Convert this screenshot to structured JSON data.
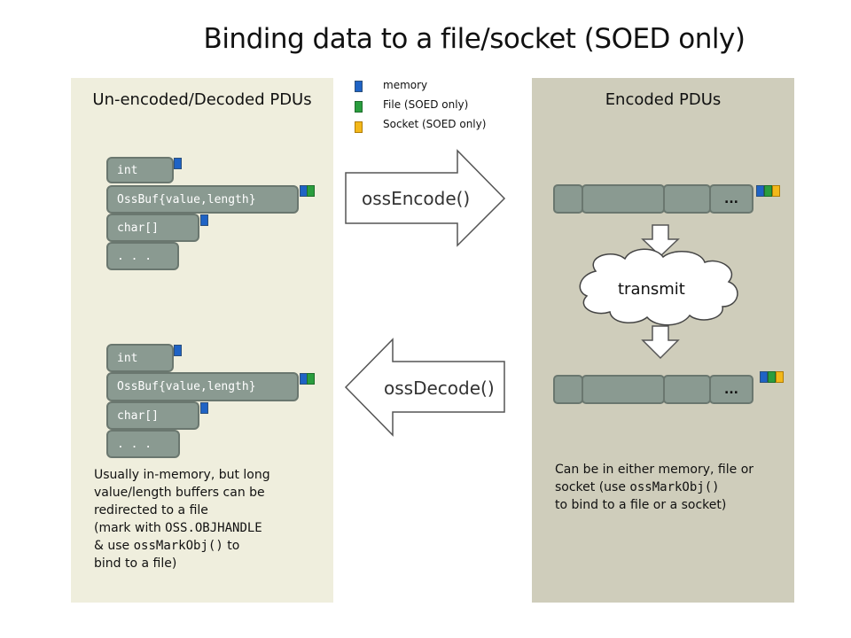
{
  "title": "Binding data to a file/socket (SOED only)",
  "legend": [
    {
      "label": "memory",
      "color": "#1f63c5"
    },
    {
      "label": "File (SOED only)",
      "color": "#2a9d3e"
    },
    {
      "label": "Socket (SOED only)",
      "color": "#f3b81a"
    }
  ],
  "left_panel": {
    "title": "Un-encoded/Decoded PDUs",
    "pdu_top": [
      "int",
      "OssBuf{value,length}",
      "char[]",
      ". . ."
    ],
    "pdu_bottom": [
      "int",
      "OssBuf{value,length}",
      "char[]",
      ". . ."
    ],
    "note": {
      "line1": "Usually in-memory, but long",
      "line2": "value/length buffers can be",
      "line3": "redirected to a file",
      "line4_pre": "(mark with ",
      "line4_code": "OSS.OBJHANDLE",
      "line5_pre": "& use ",
      "line5_code": "ossMarkObj()",
      "line5_post": " to",
      "line6": "bind to a file)"
    }
  },
  "right_panel": {
    "title": "Encoded PDUs",
    "segment_last": "...",
    "cloud": "transmit",
    "note": {
      "line1": "Can be in either memory, file or",
      "line2_pre": "socket (use ",
      "line2_code": "ossMarkObj()",
      "line3": "to bind to a file or a socket)"
    }
  },
  "arrows": {
    "encode": "ossEncode()",
    "decode": "ossDecode()"
  }
}
